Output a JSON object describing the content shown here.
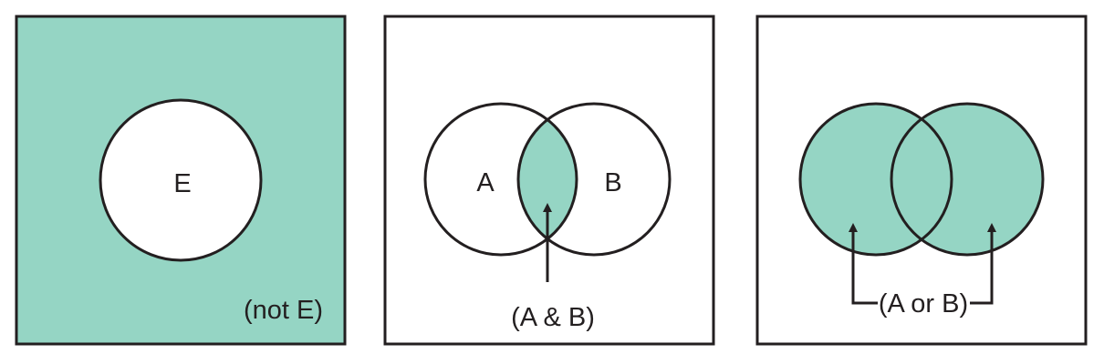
{
  "colors": {
    "fill": "#95d5c4",
    "stroke": "#231f20",
    "background": "#ffffff"
  },
  "panels": [
    {
      "id": "complement",
      "circle_label": "E",
      "caption": "(not E)"
    },
    {
      "id": "intersection",
      "circle_a_label": "A",
      "circle_b_label": "B",
      "caption": "(A & B)"
    },
    {
      "id": "union",
      "caption": "(A or B)"
    }
  ]
}
